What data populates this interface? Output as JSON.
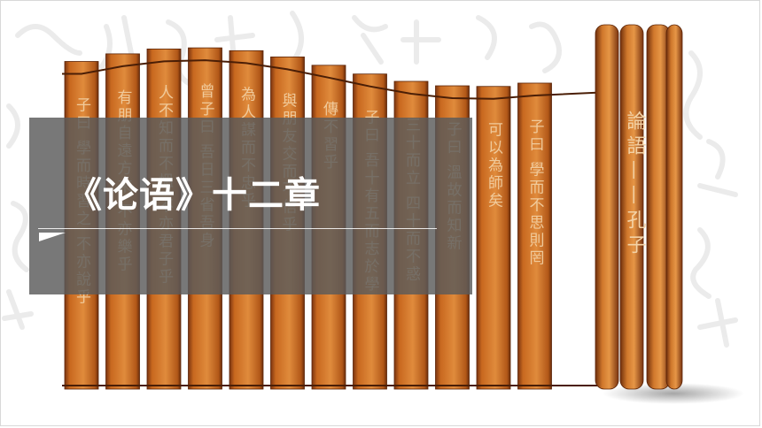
{
  "slide": {
    "title": "《论语》十二章"
  },
  "scroll": {
    "cover_text": "論語——孔子",
    "columns": [
      "子曰 學而時習之 不亦說乎",
      "有朋自遠方來 不亦樂乎",
      "人不知而不慍 不亦君子乎",
      "曾子曰 吾日三省吾身",
      "為人謀而不忠乎",
      "與朋友交而不信乎",
      "傳不習乎",
      "子曰 吾十有五而志於學",
      "三十而立 四十而不惑",
      "子曰 溫故而知新",
      "可以為師矣",
      "子曰 學而不思則罔"
    ]
  },
  "colors": {
    "banner": "#5a5a5a",
    "slat_light": "#d0782c",
    "slat_dark": "#8a3c10",
    "carving": "#f3d2a6"
  }
}
